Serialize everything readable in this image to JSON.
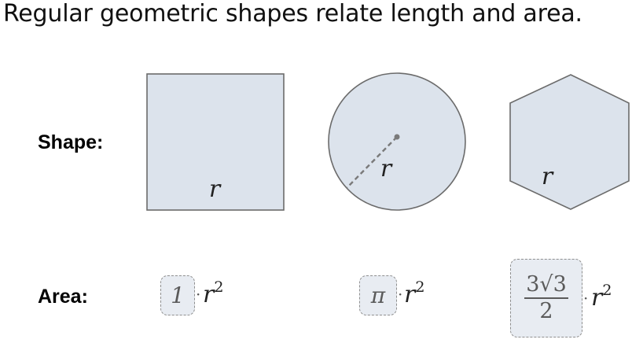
{
  "title": "Regular geometric shapes relate length and area.",
  "rows": {
    "shape_label": "Shape:",
    "area_label": "Area:"
  },
  "shapes": [
    {
      "name": "square",
      "radius_label": "r"
    },
    {
      "name": "circle",
      "radius_label": "r"
    },
    {
      "name": "hexagon",
      "radius_label": "r"
    }
  ],
  "areas": [
    {
      "coefficient": "1",
      "times": "·",
      "variable": "r",
      "exponent": "2"
    },
    {
      "coefficient": "π",
      "times": "·",
      "variable": "r",
      "exponent": "2"
    },
    {
      "coefficient_numerator": "3√3",
      "coefficient_denominator": "2",
      "times": "·",
      "variable": "r",
      "exponent": "2"
    }
  ],
  "colors": {
    "shape_fill": "#dce3ec",
    "shape_stroke": "#6b6b6b",
    "coef_box_fill": "#e8ecf2",
    "coef_box_border": "#8f8f8f"
  }
}
